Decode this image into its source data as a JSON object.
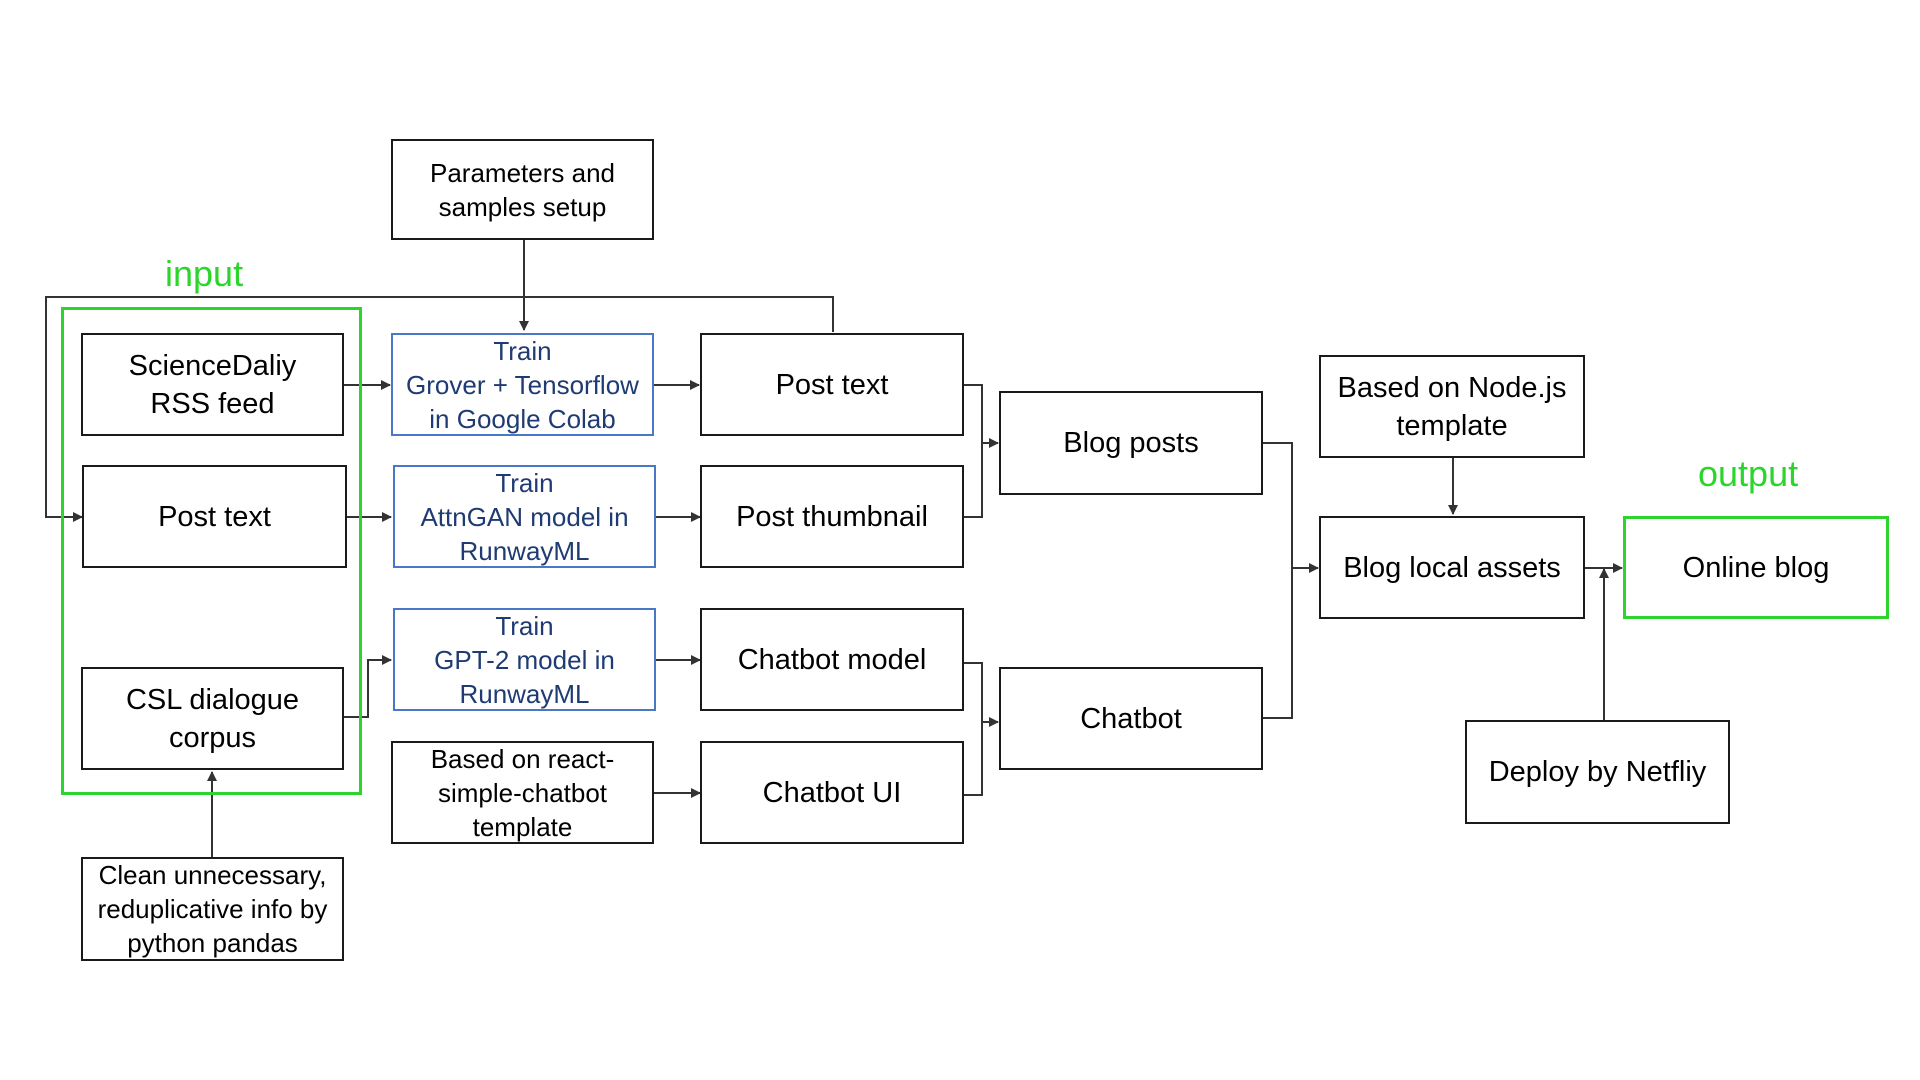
{
  "colors": {
    "border": "#1a1a1a",
    "train_border": "#4a78c9",
    "train_text": "#1f3b73",
    "highlight": "#2bd52b",
    "arrow": "#333333"
  },
  "labels": {
    "input": "input",
    "output": "output"
  },
  "nodes": {
    "params_setup": "Parameters and\nsamples setup",
    "sciencedaily_rss": "ScienceDaliy\nRSS feed",
    "post_text_input": "Post text",
    "csl_corpus": "CSL dialogue\ncorpus",
    "clean_info": "Clean unnecessary,\nreduplicative info by\npython pandas",
    "train_grover": "Train\nGrover + Tensorflow\nin Google Colab",
    "train_attngan": "Train\nAttnGAN model in\nRunwayML",
    "train_gpt2": "Train\nGPT-2 model in\nRunwayML",
    "react_template": "Based on react-\nsimple-chatbot\ntemplate",
    "post_text_output": "Post text",
    "post_thumbnail": "Post thumbnail",
    "chatbot_model": "Chatbot model",
    "chatbot_ui": "Chatbot UI",
    "blog_posts": "Blog posts",
    "chatbot": "Chatbot",
    "nodejs_template": "Based on Node.js\ntemplate",
    "blog_local_assets": "Blog local assets",
    "deploy_netlify": "Deploy by Netfliy",
    "online_blog": "Online blog"
  }
}
